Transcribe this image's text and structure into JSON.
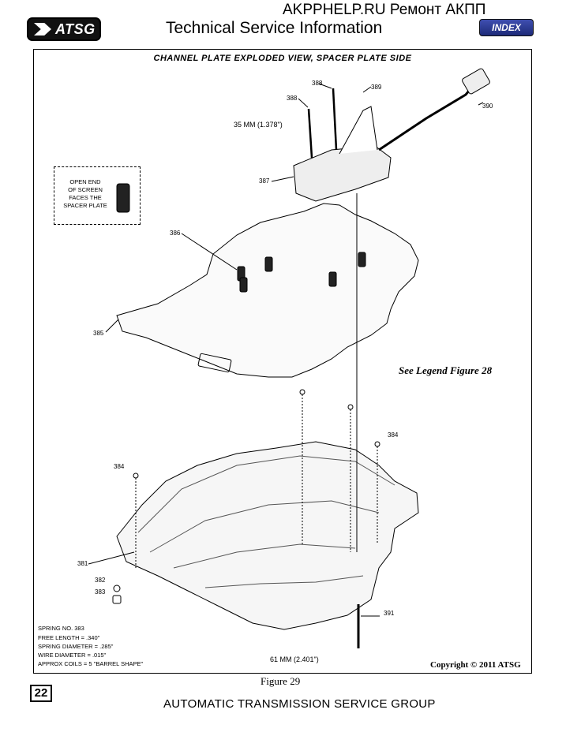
{
  "header": {
    "logo_text": "ATSG",
    "site_text": "AKPPHELP.RU Ремонт АКПП",
    "title": "Technical Service Information",
    "index_button": "INDEX"
  },
  "diagram": {
    "title": "CHANNEL PLATE EXPLODED VIEW, SPACER PLATE SIDE",
    "dimension_top": "35 MM (1.378\")",
    "dimension_bottom": "61 MM (2.401\")",
    "legend_ref": "See Legend Figure 28",
    "copyright": "Copyright © 2011 ATSG",
    "screen_note": [
      "OPEN END",
      "OF SCREEN",
      "FACES THE",
      "SPACER PLATE"
    ],
    "spring_spec": [
      "SPRING NO. 383",
      "FREE LENGTH = .340\"",
      "SPRING DIAMETER = .285\"",
      "WIRE DIAMETER = .015\"",
      "APPROX COILS = 5  \"BARREL SHAPE\""
    ],
    "callouts": {
      "c388a": "388",
      "c388b": "388",
      "c389": "389",
      "c390": "390",
      "c387": "387",
      "c386": "386",
      "c385": "385",
      "c384a": "384",
      "c384b": "384",
      "c381": "381",
      "c382": "382",
      "c383": "383",
      "c391": "391"
    }
  },
  "footer": {
    "figure_caption": "Figure 29",
    "page_number": "22",
    "group_name": "AUTOMATIC TRANSMISSION SERVICE GROUP"
  }
}
